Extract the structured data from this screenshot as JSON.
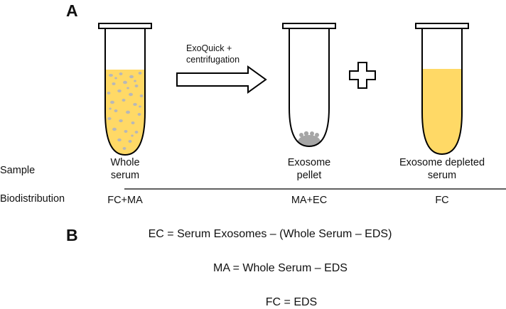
{
  "panels": {
    "a": "A",
    "b": "B"
  },
  "arrow": {
    "line1": "ExoQuick +",
    "line2": "centrifugation"
  },
  "rows": {
    "sample": "Sample",
    "biodistribution": "Biodistribution"
  },
  "tubes": [
    {
      "line1": "Whole",
      "line2": "serum",
      "bio": "FC+MA"
    },
    {
      "line1": "Exosome",
      "line2": "pellet",
      "bio": "MA+EC"
    },
    {
      "line1": "Exosome depleted",
      "line2": "serum",
      "bio": "FC"
    }
  ],
  "equations": [
    "EC = Serum Exosomes – (Whole Serum – EDS)",
    "MA = Whole Serum – EDS",
    "FC = EDS"
  ],
  "colors": {
    "serum": "#FFD966",
    "particles": "#B8B8B8",
    "pellet": "#A6A6A6",
    "stroke": "#000000"
  }
}
